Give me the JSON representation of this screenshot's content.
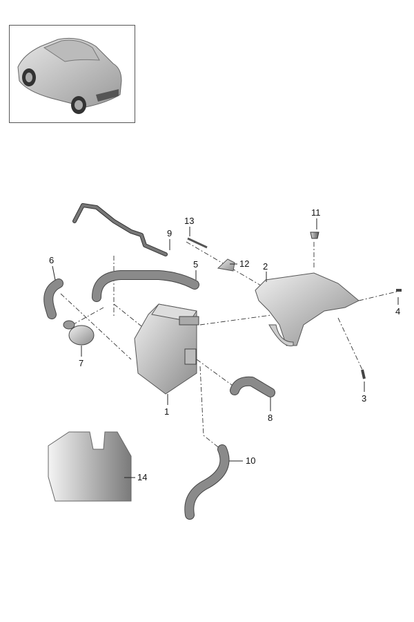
{
  "diagram": {
    "thumbnail": "vehicle-overview",
    "callouts": [
      {
        "id": "1",
        "label": "1"
      },
      {
        "id": "2",
        "label": "2"
      },
      {
        "id": "3",
        "label": "3"
      },
      {
        "id": "4",
        "label": "4"
      },
      {
        "id": "5",
        "label": "5"
      },
      {
        "id": "6",
        "label": "6"
      },
      {
        "id": "7",
        "label": "7"
      },
      {
        "id": "8",
        "label": "8"
      },
      {
        "id": "9",
        "label": "9"
      },
      {
        "id": "10",
        "label": "10"
      },
      {
        "id": "11",
        "label": "11"
      },
      {
        "id": "12",
        "label": "12"
      },
      {
        "id": "13",
        "label": "13"
      },
      {
        "id": "14",
        "label": "14"
      }
    ]
  }
}
